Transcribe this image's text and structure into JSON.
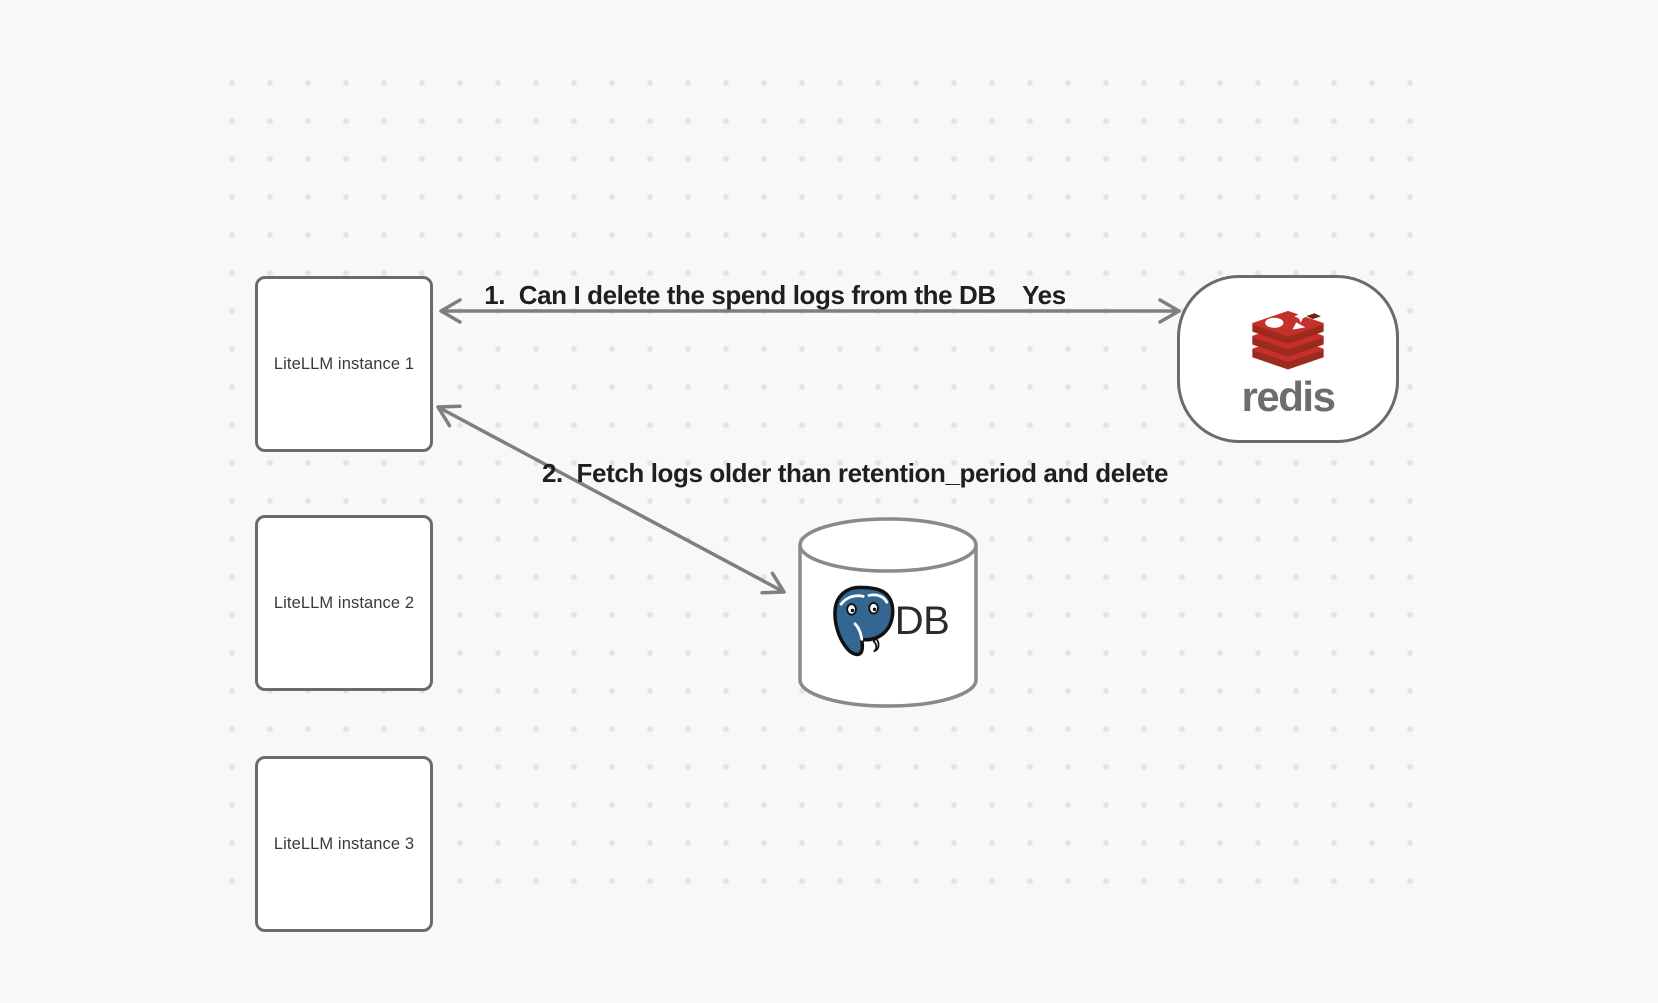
{
  "canvas": {
    "background_color": "#f8f8f8",
    "dot_color": "#e3e3e3"
  },
  "nodes": {
    "instances": [
      {
        "label": "LiteLLM instance 1"
      },
      {
        "label": "LiteLLM instance 2"
      },
      {
        "label": "LiteLLM instance 3"
      }
    ],
    "redis": {
      "wordmark": "redis",
      "logo_icon": "redis-stack-icon"
    },
    "db": {
      "label": "DB",
      "logo_icon": "postgresql-elephant-icon"
    }
  },
  "edges": {
    "redis_query": {
      "label": "1.  Can I delete the spend logs from the DB",
      "answer": "Yes"
    },
    "db_fetch": {
      "label": "2.  Fetch logs older than retention_period and delete"
    }
  },
  "colors": {
    "arrow_stroke": "#7f7f7f",
    "node_border": "#6b6b6b",
    "cylinder_stroke": "#8a8a8a",
    "redis_red": "#c6302b",
    "redis_red_dark": "#9c2a1d",
    "redis_cube_dark": "#7e1d12",
    "redis_wordmark_gray": "#6d6d6d",
    "postgres_blue": "#336791",
    "edge_label_text": "#1f1f1f",
    "node_label_text": "#3a3a3a"
  }
}
